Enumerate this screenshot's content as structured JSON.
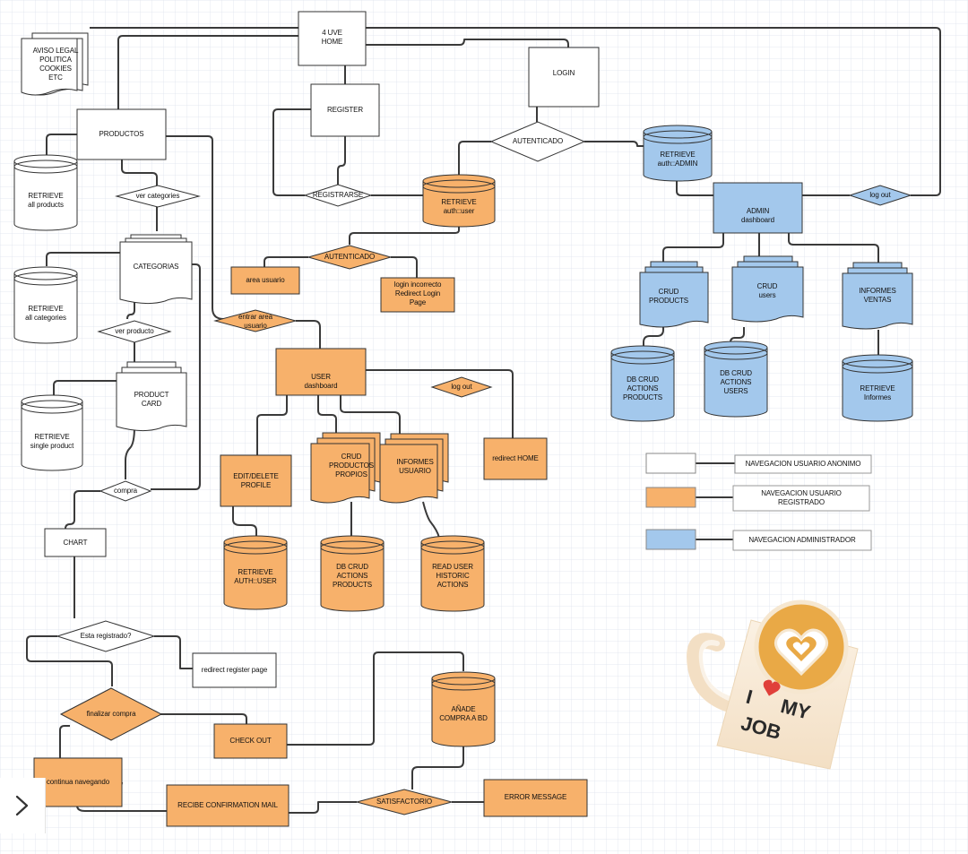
{
  "nodes": {
    "home": "4 UVE\nHOME",
    "aviso_legal": "AVISO LEGAL\nPOLITICA\nCOOKIES\nETC",
    "productos": "PRODUCTOS",
    "register": "REGISTER",
    "login": "LOGIN",
    "autenticado_login": "AUTENTICADO",
    "registrarse": "REGISTRARSE",
    "retrieve_auth_user_top": "RETRIEVE\nauth::user",
    "retrieve_auth_admin": "RETRIEVE\nauth::ADMIN",
    "admin_dashboard": "ADMIN\ndashboard",
    "log_out_admin": "log out",
    "retrieve_all_products": "RETRIEVE\nall products",
    "ver_categories": "ver categories",
    "categorias": "CATEGORIAS",
    "retrieve_all_categories": "RETRIEVE\nall categories",
    "ver_producto": "ver producto",
    "product_card": "PRODUCT\nCARD",
    "retrieve_single_product": "RETRIEVE\nsingle product",
    "compra": "compra",
    "chart": "CHART",
    "autenticado_user": "AUTENTICADO",
    "area_usuario": "area usuario",
    "login_incorrecto": "login incorrecto\nRedirect Login\nPage",
    "entrar_area_usuario": "entrar area\nusuario",
    "user_dashboard": "USER\ndashboard",
    "log_out_user": "log out",
    "redirect_home": "redirect HOME",
    "edit_delete_profile": "EDIT/DELETE\nPROFILE",
    "crud_productos_propios": "CRUD\nPRODUCTOS\nPROPIOS",
    "informes_usuario": "INFORMES\nUSUARIO",
    "retrieve_auth_user_bottom": "RETRIEVE\nAUTH::USER",
    "db_crud_actions_products_user": "DB CRUD\nACTIONS\nPRODUCTS",
    "read_user_historic": "READ USER\nHISTORIC\nACTIONS",
    "crud_products_admin": "CRUD\nPRODUCTS",
    "crud_users": "CRUD\nusers",
    "informes_ventas": "INFORMES\nVENTAS",
    "db_crud_actions_products_admin": "DB CRUD\nACTIONS\nPRODUCTS",
    "db_crud_actions_users": "DB CRUD\nACTIONS\nUSERS",
    "retrieve_informes": "RETRIEVE\nInformes",
    "esta_registrado": "Esta registrado?",
    "redirect_register": "redirect register page",
    "finalizar_compra": "finalizar compra",
    "continua_navegando": "continua navegando",
    "check_out": "CHECK OUT",
    "anade_compra": "AÑADE\nCOMPRA A BD",
    "recibe_confirmation": "RECIBE CONFIRMATION MAIL",
    "satisfactorio": "SATISFACTORIO",
    "error_message": "ERROR MESSAGE"
  },
  "legend": [
    {
      "label": "NAVEGACION USUARIO ANONIMO",
      "color": "#ffffff"
    },
    {
      "label": "NAVEGACION USUARIO\nREGISTRADO",
      "color": "#f7b16b"
    },
    {
      "label": "NAVEGACION ADMINISTRADOR",
      "color": "#a3c8ec"
    }
  ],
  "sticker": {
    "line1": "I",
    "line2": "MY",
    "line3": "JOB"
  },
  "colors": {
    "anonymous": "#ffffff",
    "registered": "#f7b16b",
    "admin": "#a3c8ec",
    "connector": "#3a3a3a",
    "grid": "#dde3ec"
  },
  "nav": {
    "icon": "chevron-right-icon"
  }
}
